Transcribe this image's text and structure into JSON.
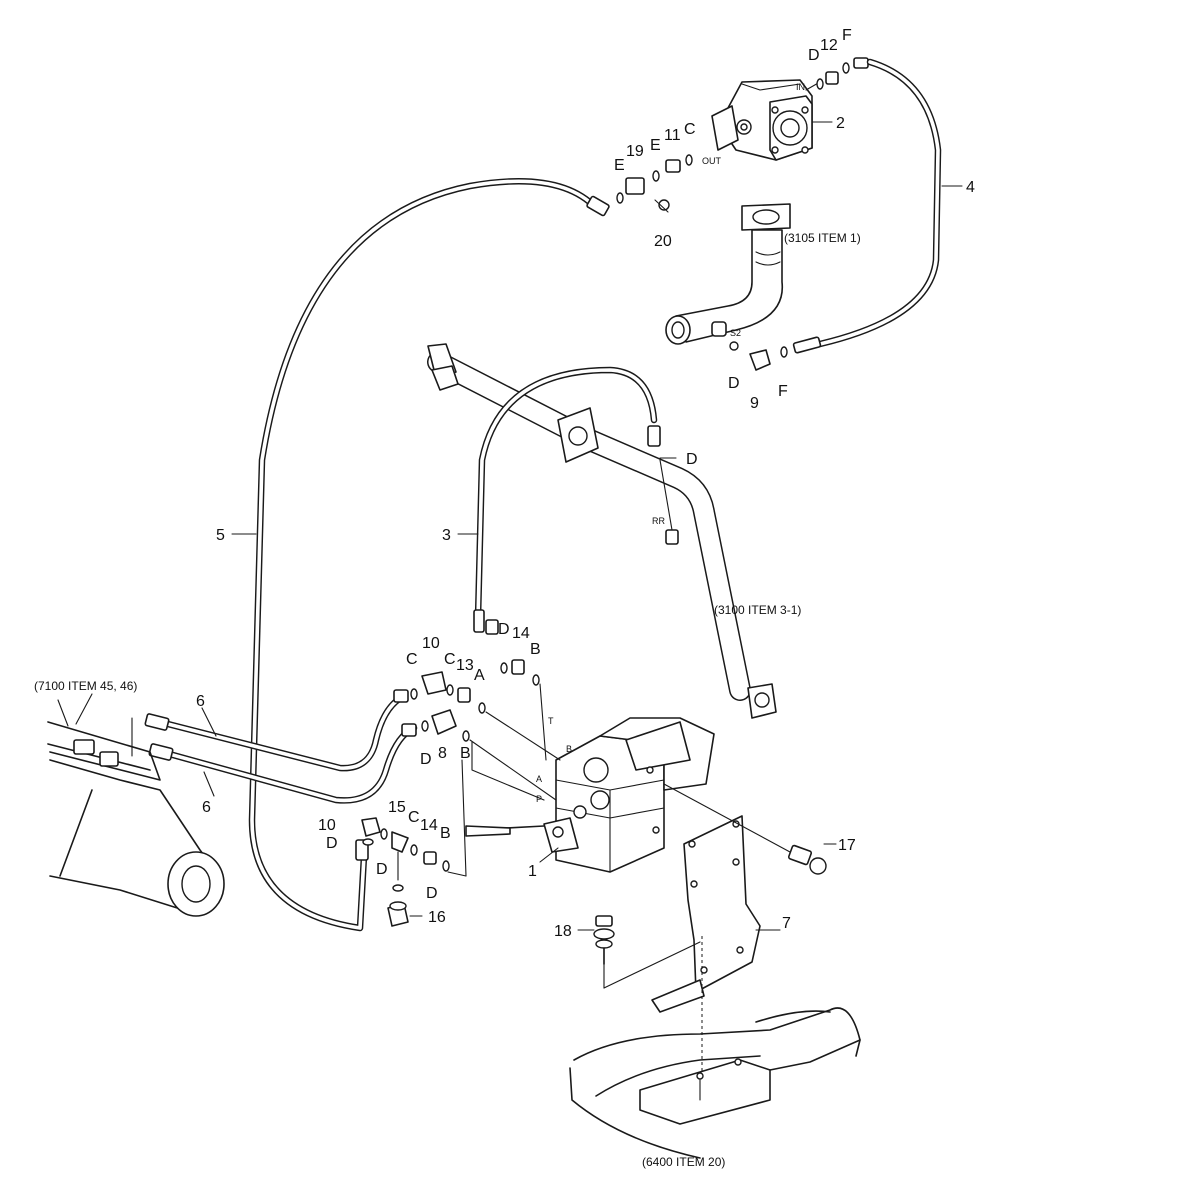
{
  "labels": {
    "p1": "1",
    "p2": "2",
    "p3": "3",
    "p4": "4",
    "p5": "5",
    "p6a": "6",
    "p6b": "6",
    "p7": "7",
    "p8": "8",
    "p9": "9",
    "p10a": "10",
    "p10b": "10",
    "p11": "11",
    "p12": "12",
    "p13": "13",
    "p14a": "14",
    "p14b": "14",
    "p15": "15",
    "p16": "16",
    "p17": "17",
    "p18": "18",
    "p19": "19",
    "p20": "20"
  },
  "seals": {
    "d_top": "D",
    "f_top": "F",
    "e_left": "E",
    "e_right": "E",
    "c_pump": "C",
    "d_mid": "D",
    "f_mid": "F",
    "d_rr": "D",
    "d_valve": "D",
    "b_valve_top": "B",
    "c_left": "C",
    "c_mid": "C",
    "a_valve": "A",
    "d_6": "D",
    "b_valve_mid": "B",
    "d_10": "D",
    "c_15": "C",
    "b_14": "B",
    "d_15a": "D",
    "d_15b": "D"
  },
  "references": {
    "r3105": "(3105 ITEM 1)",
    "r3100": "(3100 ITEM 3-1)",
    "r7100": "(7100 ITEM 45, 46)",
    "r6400": "(6400 ITEM 20)"
  },
  "ports": {
    "in": "IN",
    "out": "OUT",
    "s2": "S2",
    "rr": "RR",
    "t": "T",
    "b": "B",
    "a": "A",
    "p": "P"
  }
}
